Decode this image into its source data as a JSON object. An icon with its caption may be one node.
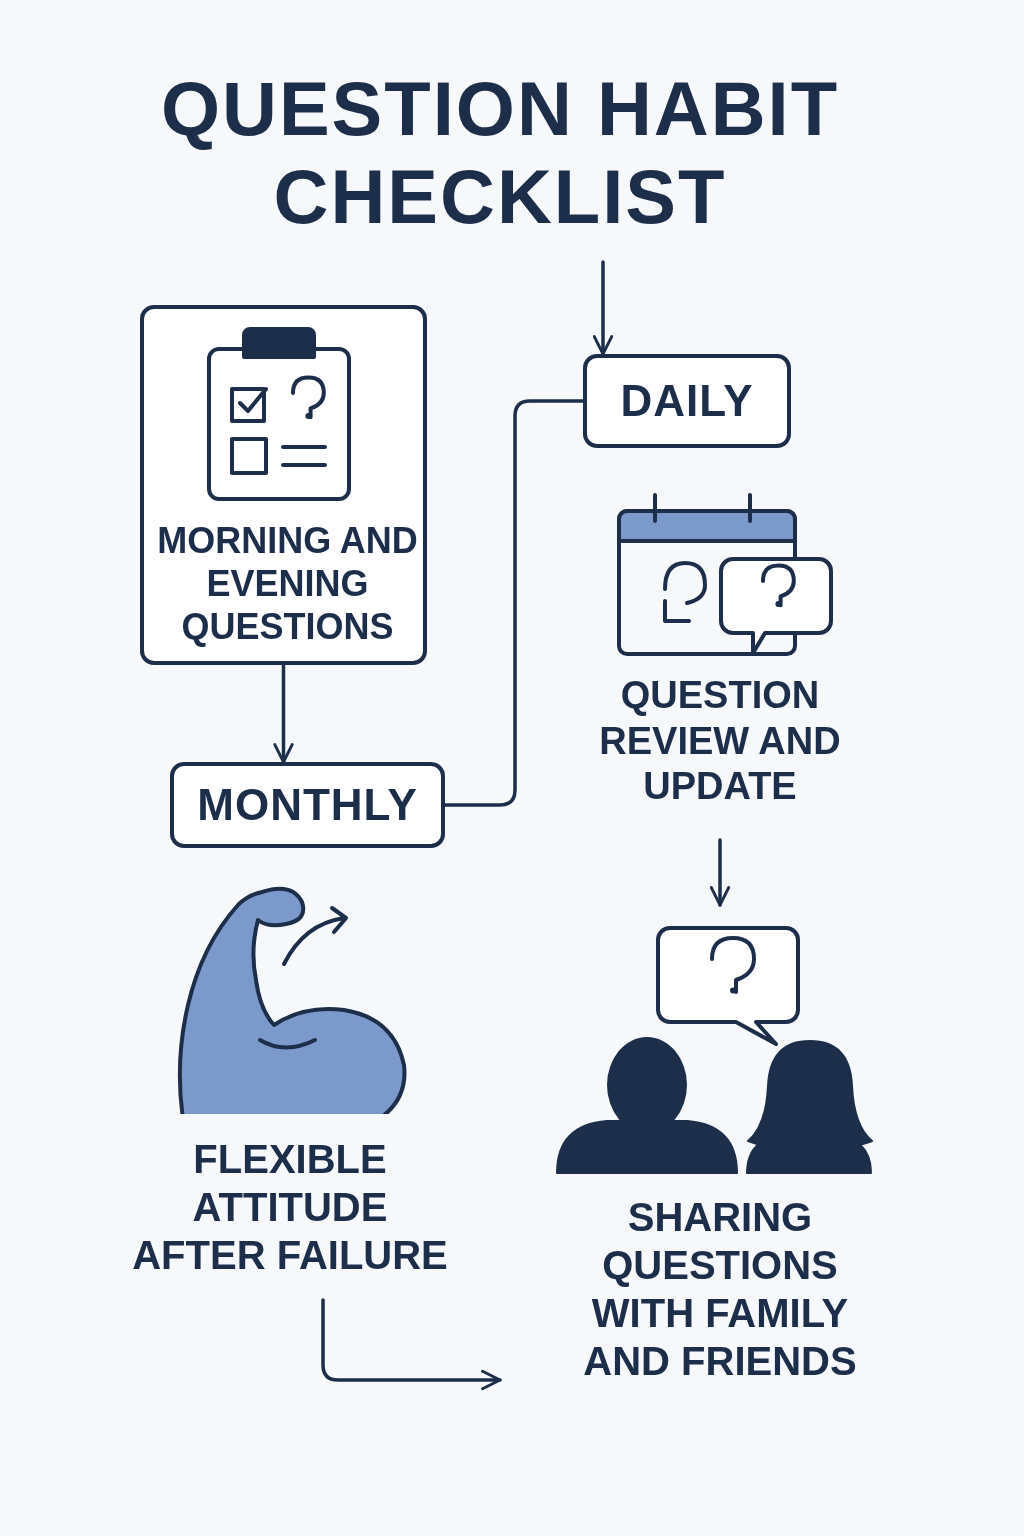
{
  "diagram": {
    "title": "QUESTION HABIT CHECKLIST",
    "nodes": [
      {
        "text": [
          "MORNING AND EVENING QUESTIONS"
        ]
      },
      {
        "text": [
          "MONTHLY"
        ]
      },
      {
        "text": [
          "DAILY"
        ]
      },
      {
        "text": [
          "QUESTION REVIEW AND UPDATE"
        ]
      },
      {
        "text": [
          "SHARING QUESTIONS WITH FAMILY AND FRIENDS"
        ]
      },
      {
        "text": [
          "FLEXIBLE ATTITUDE AFTER FAILURE"
        ]
      }
    ],
    "edges": [
      {
        "from": null,
        "to": 2,
        "arrow": "to"
      },
      {
        "from": 0,
        "to": 1,
        "arrow": "to"
      },
      {
        "from": 1,
        "to": 2,
        "arrow": "none"
      },
      {
        "from": 3,
        "to": 4,
        "arrow": "to"
      },
      {
        "from": 5,
        "to": 4,
        "arrow": "to"
      }
    ]
  }
}
